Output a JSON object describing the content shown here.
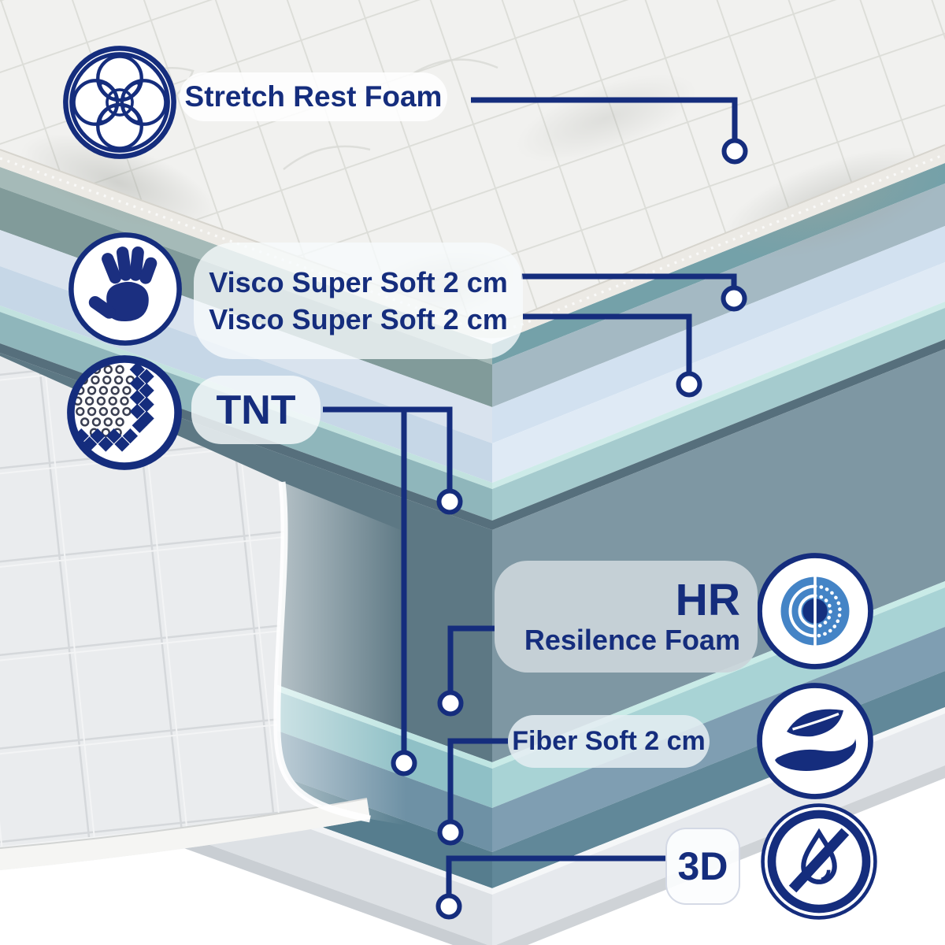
{
  "colors": {
    "accent_navy": "#152d7d",
    "icon_blue": "#4484c6",
    "layer_palette": [
      "#a5bab8",
      "#74a1a9",
      "#819b9a",
      "#a4b9c3",
      "#d9e3ee",
      "#d2e1f0",
      "#c6d7e7",
      "#dfeaf5",
      "#8fb6bb",
      "#a5cbce",
      "#5d7884",
      "#7e97a3",
      "#8fc0c6",
      "#a8d3d5",
      "#6e91a5",
      "#7f9eb2",
      "#567d8e",
      "#618899",
      "#dde1e5",
      "#e6e9ed"
    ]
  },
  "callouts": [
    {
      "id": "stretch-rest-foam",
      "label": "Stretch Rest Foam",
      "icon": "interlocking-rings-icon"
    },
    {
      "id": "visco-super-soft-1",
      "label": "Visco Super Soft 2 cm",
      "icon": "handprint-icon"
    },
    {
      "id": "visco-super-soft-2",
      "label": "Visco Super Soft 2 cm",
      "icon": "handprint-icon"
    },
    {
      "id": "tnt",
      "label": "TNT",
      "icon": "nonwoven-dots-icon"
    },
    {
      "id": "hr",
      "label": "HR",
      "sublabel": "Resilence Foam",
      "icon": "resilience-rings-icon"
    },
    {
      "id": "fiber-soft",
      "label": "Fiber Soft 2 cm",
      "icon": "leaf-in-hand-icon"
    },
    {
      "id": "3d",
      "label": "3D",
      "icon": "no-moisture-icon"
    }
  ],
  "layer_stack_order": [
    "Stretch Rest Foam",
    "Visco Super Soft 2 cm",
    "Visco Super Soft 2 cm",
    "TNT",
    "HR Resilence Foam",
    "Fiber Soft 2 cm",
    "3D"
  ]
}
